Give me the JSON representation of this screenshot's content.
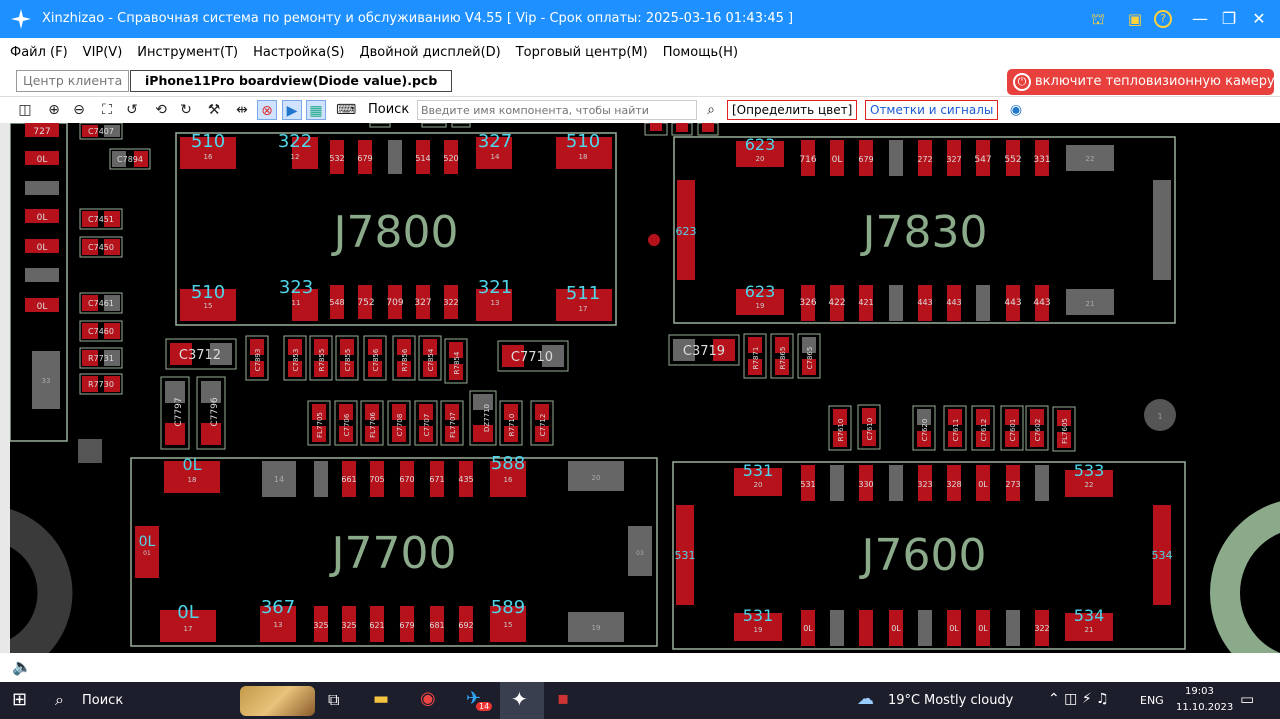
{
  "window": {
    "title": "Xinzhizao - Справочная система по ремонту и обслуживанию V4.55 [ Vip - Срок оплаты: 2025-03-16 01:43:45 ]"
  },
  "menu": [
    "Файл (F)",
    "VIP(V)",
    "Инструмент(T)",
    "Настройка(S)",
    "Двойной дисплей(D)",
    "Торговый центр(M)",
    "Помощь(H)"
  ],
  "tabs": {
    "client": "Центр клиента",
    "file": "iPhone11Pro boardview(Diode value).pcb"
  },
  "thermal_button": "включите тепловизионную камеру",
  "toolbar": {
    "search_label": "Поиск",
    "search_placeholder": "Введите имя компонента, чтобы найти",
    "detect_color": "[Определить цвет]",
    "marks_signals": "Отметки и сигналы"
  },
  "board": {
    "connectors": [
      "J7800",
      "J7830",
      "J7700",
      "J7600"
    ],
    "j7800": {
      "top": [
        "510",
        "322",
        "532",
        "679",
        "514",
        "520",
        "327",
        "510"
      ],
      "top_pins": [
        "16",
        "12",
        "14",
        "18"
      ],
      "bottom": [
        "510",
        "323",
        "548",
        "752",
        "709",
        "327",
        "322",
        "321",
        "511"
      ],
      "bottom_pins": [
        "15",
        "11",
        "13",
        "17"
      ]
    },
    "j7830": {
      "top": [
        "623",
        "716",
        "0L",
        "679",
        "272",
        "327",
        "547",
        "552",
        "331"
      ],
      "top_pins": [
        "20",
        "22"
      ],
      "side": "623",
      "bottom": [
        "623",
        "326",
        "422",
        "421",
        "443",
        "443",
        "443",
        "443"
      ],
      "bottom_pins": [
        "19",
        "21"
      ]
    },
    "j7700": {
      "top": [
        "0L",
        "661",
        "705",
        "670",
        "671",
        "435",
        "588"
      ],
      "top_pins": [
        "18",
        "14",
        "16",
        "20"
      ],
      "side": "0L",
      "side_pin": "01",
      "right_pin": "03",
      "bottom": [
        "0L",
        "367",
        "325",
        "325",
        "621",
        "679",
        "681",
        "692",
        "589"
      ],
      "bottom_pins": [
        "17",
        "13",
        "15",
        "19"
      ]
    },
    "j7600": {
      "top": [
        "531",
        "531",
        "330",
        "323",
        "328",
        "0L",
        "273",
        "533"
      ],
      "top_pins": [
        "20",
        "22"
      ],
      "side_left": "531",
      "side_right": "534",
      "bottom": [
        "531",
        "0L",
        "0L",
        "0L",
        "0L",
        "322",
        "534"
      ],
      "bottom_pins": [
        "19",
        "21"
      ]
    },
    "left_values": [
      "727",
      "0L",
      "0L",
      "0L",
      "0L"
    ],
    "left_parts": [
      "C7407",
      "C7894",
      "C7451",
      "C7450",
      "C7461",
      "C7460",
      "R7731",
      "R7730"
    ],
    "left_pad": "33",
    "mid_parts": [
      "C3712",
      "C7893",
      "C7853",
      "R7855",
      "C7855",
      "C7856",
      "R7856",
      "C7854",
      "R7854",
      "C7710",
      "C3719",
      "R7871",
      "R7865",
      "C7865"
    ],
    "lower_parts": [
      "C7797",
      "C7796",
      "FL7705",
      "C7706",
      "FL7706",
      "C7708",
      "C7707",
      "FL7707",
      "DZ7710",
      "R7710",
      "C7712"
    ],
    "right_parts": [
      "R7610",
      "C7610",
      "C7620",
      "C7611",
      "C7612",
      "C7601",
      "C7602",
      "FL7605"
    ]
  },
  "taskbar": {
    "search": "Поиск",
    "badge": "14",
    "temp": "19°C",
    "weather": "Mostly cloudy",
    "lang": "ENG",
    "time": "19:03",
    "date": "11.10.2023"
  }
}
